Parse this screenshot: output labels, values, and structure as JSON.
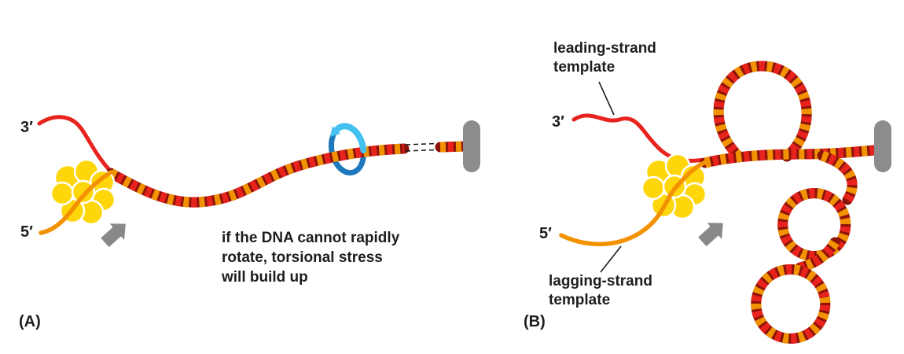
{
  "figure": {
    "panel_a": {
      "label": "(A)",
      "three_prime_label": "3′",
      "five_prime_label": "5′",
      "caption_lines": [
        "if the DNA cannot rapidly",
        "rotate, torsional stress",
        "will build up"
      ]
    },
    "panel_b": {
      "label": "(B)",
      "three_prime_label": "3′",
      "five_prime_label": "5′",
      "leading_label_lines": [
        "leading-strand",
        "template"
      ],
      "lagging_label_lines": [
        "lagging-strand",
        "template"
      ]
    },
    "colors": {
      "strand_red": "#e8221c",
      "strand_orange": "#f39200",
      "helix_dark_red": "#8c1309",
      "polymerase_yellow": "#ffd60a",
      "rotation_arrow_light_blue": "#45c1f0",
      "rotation_arrow_dark_blue": "#1e78bc",
      "anchor_gray": "#8a8c8e",
      "movement_arrow_gray": "#87888a",
      "text": "#1d1d1b",
      "background": "#ffffff"
    }
  }
}
